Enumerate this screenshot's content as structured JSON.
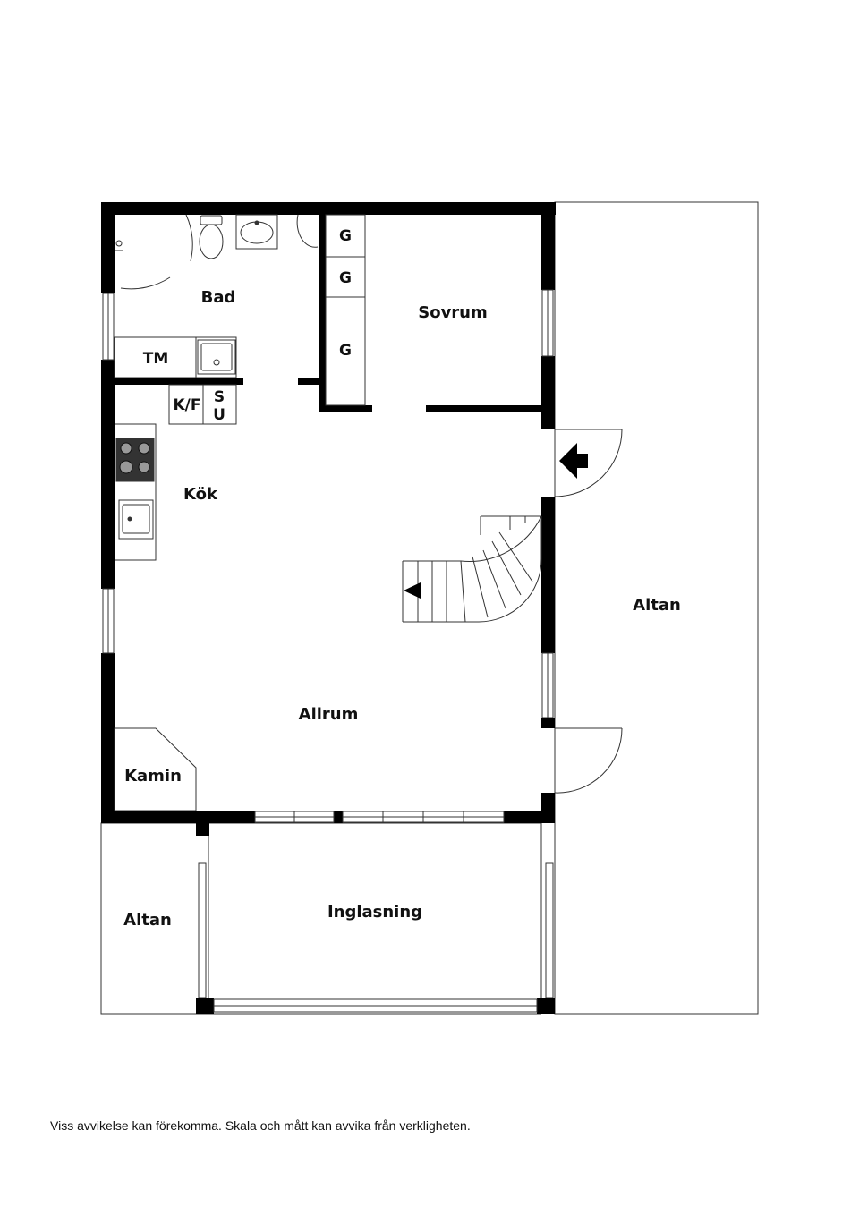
{
  "rooms": {
    "bad": "Bad",
    "sovrum": "Sovrum",
    "kok": "Kök",
    "allrum": "Allrum",
    "kamin": "Kamin",
    "altan_right": "Altan",
    "altan_left": "Altan",
    "inglasning": "Inglasning"
  },
  "fixtures": {
    "tm": "TM",
    "kf": "K/F",
    "su_s": "S",
    "su_u": "U",
    "g1": "G",
    "g2": "G",
    "g3": "G"
  },
  "footer": {
    "disclaimer": "Viss avvikelse kan förekomma. Skala och mått kan avvika från verkligheten."
  },
  "colors": {
    "wall": "#000000",
    "line": "#333333",
    "background": "#ffffff"
  }
}
